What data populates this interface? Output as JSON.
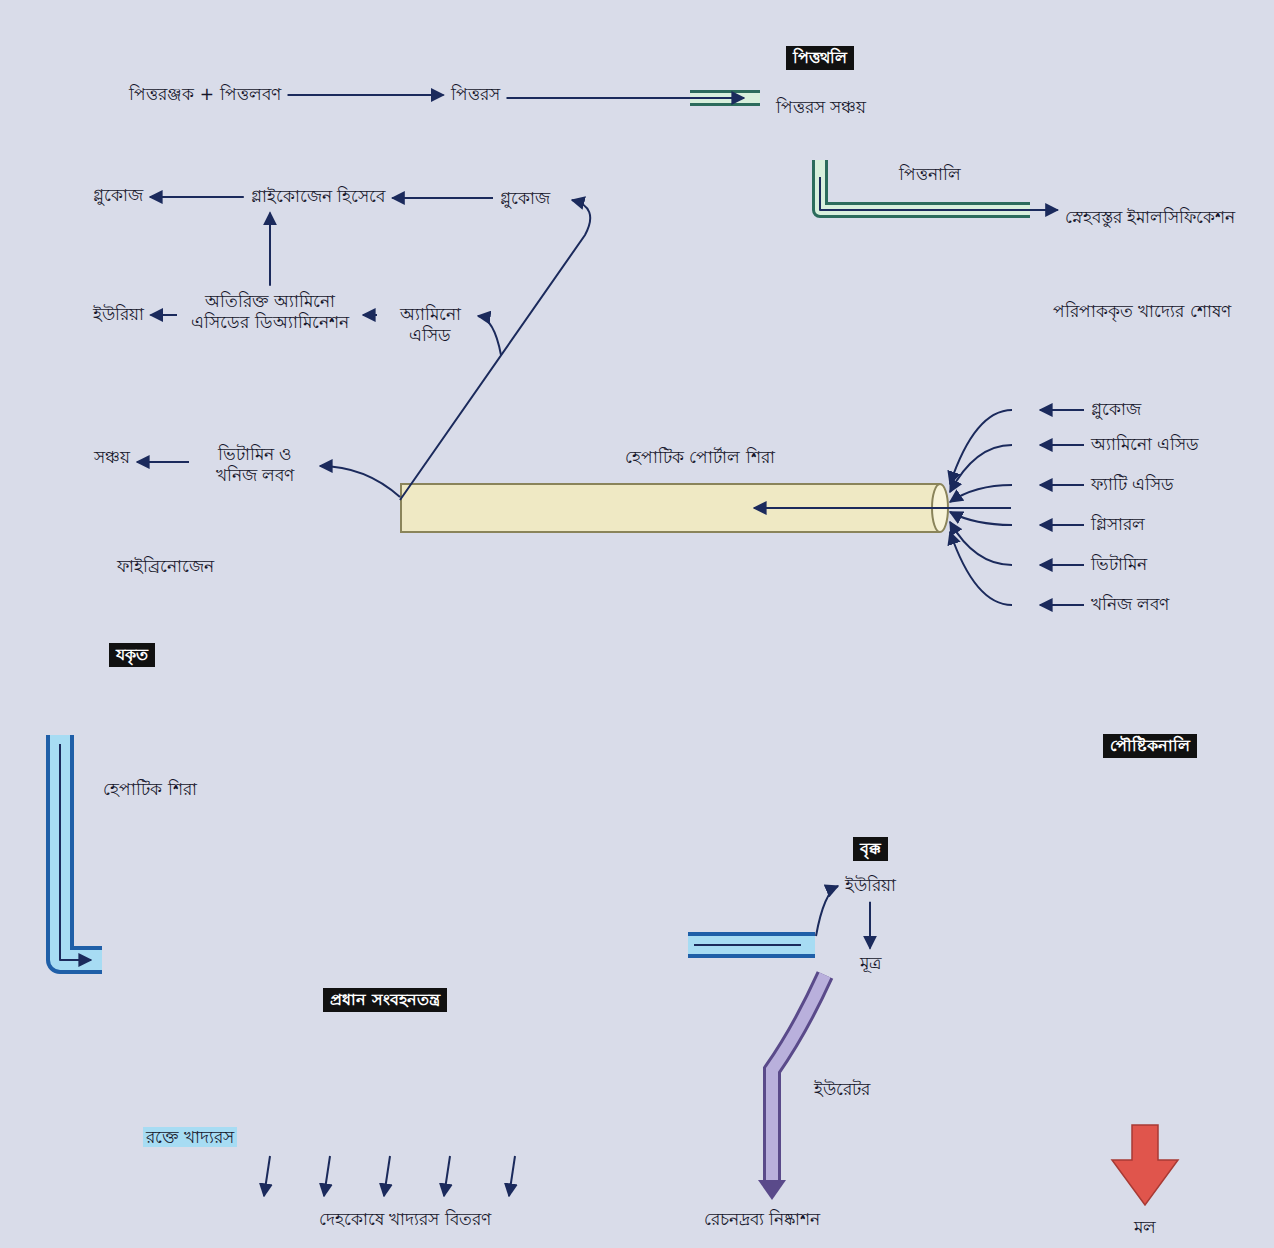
{
  "diagram": {
    "nodes": [
      {
        "text": [
          "যকৃত"
        ]
      },
      {
        "text": [
          "পিত্তরঞ্জক + পিত্তলবণ"
        ],
        "in": 0
      },
      {
        "text": [
          "পিত্তরস"
        ],
        "in": 0
      },
      {
        "text": [
          "পিত্তথলি",
          "পিত্তরস সঞ্চয়"
        ]
      },
      {
        "text": [
          "গ্লুকোজ"
        ],
        "in": 0
      },
      {
        "text": [
          "গ্লাইকোজেন হিসেবে"
        ],
        "in": 0
      },
      {
        "text": [
          "গ্লুকোজ"
        ],
        "in": 0
      },
      {
        "text": [
          "ইউরিয়া"
        ],
        "in": 0
      },
      {
        "text": [
          "অতিরিক্ত অ্যামিনো এসিডের ডিঅ্যামিনেশন"
        ],
        "in": 0
      },
      {
        "text": [
          "অ্যামিনো এসিড"
        ],
        "in": 0
      },
      {
        "text": [
          "সঞ্চয়"
        ],
        "in": 0
      },
      {
        "text": [
          "ভিটামিন ও খনিজ লবণ"
        ],
        "in": 0
      },
      {
        "text": [
          "ফাইব্রিনোজেন"
        ],
        "in": 0
      },
      {
        "text": [
          "পৌষ্টিকনালি"
        ]
      },
      {
        "text": [
          "স্নেহবস্তুর ইমালসিফিকেশন"
        ],
        "in": 13
      },
      {
        "text": [
          "পরিপাককৃত খাদ্যের শোষণ"
        ],
        "in": 13
      },
      {
        "text": [
          "গ্লুকোজ"
        ],
        "in": 13
      },
      {
        "text": [
          "অ্যামিনো এসিড"
        ],
        "in": 13
      },
      {
        "text": [
          "ফ্যাটি এসিড"
        ],
        "in": 13
      },
      {
        "text": [
          "গ্লিসারল"
        ],
        "in": 13
      },
      {
        "text": [
          "ভিটামিন"
        ],
        "in": 13
      },
      {
        "text": [
          "খনিজ লবণ"
        ],
        "in": 13
      },
      {
        "text": [
          "প্রধান সংবহনতন্ত্র"
        ]
      },
      {
        "text": [
          "বৃক্ক"
        ]
      },
      {
        "text": [
          "ইউরিয়া"
        ],
        "in": 23
      },
      {
        "text": [
          "মূত্র"
        ],
        "in": 23
      }
    ],
    "edges": [
      {
        "from": 1,
        "to": 2,
        "arrow": "to"
      },
      {
        "from": 2,
        "to": 3,
        "arrow": "to"
      },
      {
        "from": 3,
        "to": 14,
        "arrow": "to",
        "label": "পিত্তনালি"
      },
      {
        "from": 6,
        "to": 5,
        "arrow": "to"
      },
      {
        "from": 5,
        "to": 4,
        "arrow": "to"
      },
      {
        "from": 8,
        "to": 5,
        "arrow": "to"
      },
      {
        "from": 9,
        "to": 8,
        "arrow": "to"
      },
      {
        "from": 8,
        "to": 7,
        "arrow": "to"
      },
      {
        "from": 11,
        "to": 10,
        "arrow": "to"
      },
      {
        "from": 13,
        "to": 0,
        "arrow": "to",
        "label": "হেপাটিক পোর্টাল শিরা"
      },
      {
        "from": 0,
        "to": 22,
        "arrow": "to",
        "label": "হেপাটিক শিরা"
      },
      {
        "from": 22,
        "to": 23,
        "arrow": "none"
      },
      {
        "from": 24,
        "to": 25,
        "arrow": "to"
      }
    ],
    "labels": [
      "রক্তে খাদ্যরস",
      "দেহকোষে খাদ্যরস বিতরণ",
      "ইউরেটর",
      "রেচনদ্রব্য নিষ্কাশন",
      "মল"
    ]
  }
}
